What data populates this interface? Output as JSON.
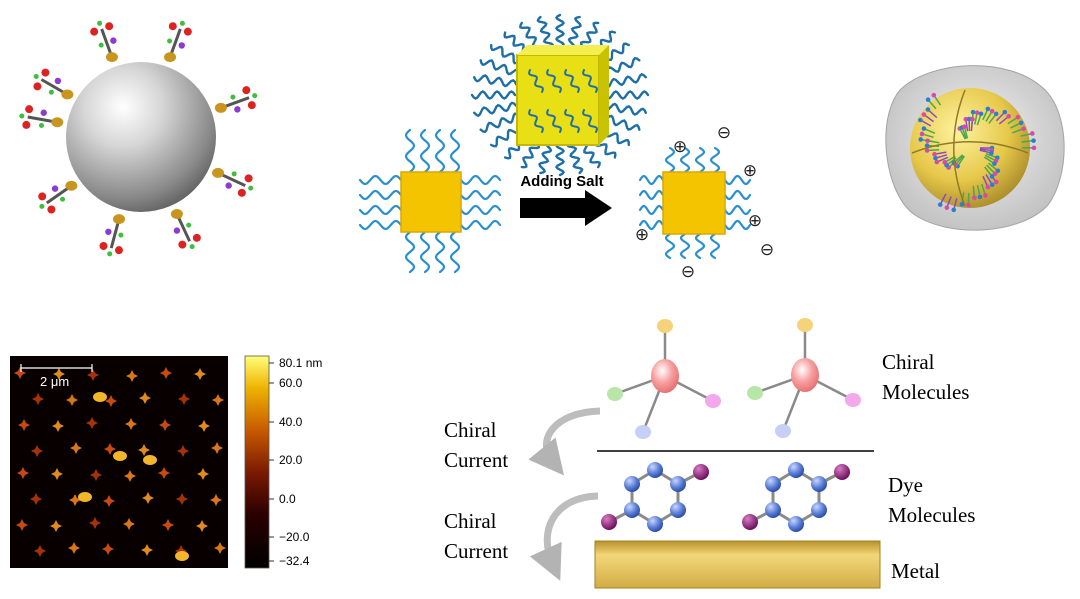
{
  "salt_panel": {
    "arrow_label": "Adding Salt",
    "plus": "⊕",
    "minus": "⊖"
  },
  "afm": {
    "scale_bar": "2 μm",
    "colorbar_ticks": [
      "80.1 nm",
      "60.0",
      "40.0",
      "20.0",
      "0.0",
      "−20.0",
      "−32.4"
    ]
  },
  "chirality": {
    "chiral_molecules": [
      "Chiral",
      "Molecules"
    ],
    "dye_molecules": [
      "Dye",
      "Molecules"
    ],
    "metal": "Metal",
    "chiral_current_1": [
      "Chiral",
      "Current"
    ],
    "chiral_current_2": [
      "Chiral",
      "Current"
    ]
  },
  "colors": {
    "gold": "#f5c400",
    "ligand_blue": "#2a8fd0",
    "atom_blue": "#5b7fd6",
    "atom_purple": "#8a1a78",
    "metal_gold": "#d9b64a"
  }
}
